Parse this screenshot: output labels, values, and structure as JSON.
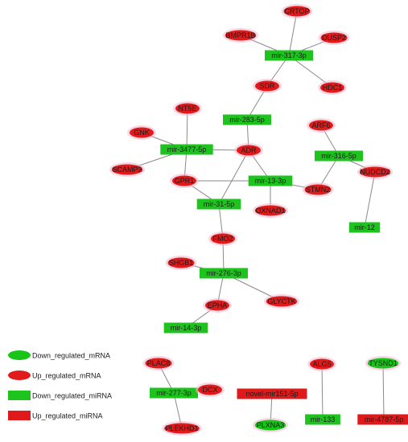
{
  "colors": {
    "down_mrna": "#19c419",
    "up_mrna": "#e11b1b",
    "down_mirna": "#1ec31e",
    "up_mirna": "#e01a1a",
    "edge": "#8a8a8a",
    "halo": "#f3b6cd"
  },
  "legend": [
    {
      "label": "Down_regulated_mRNA",
      "shape": "ellipse",
      "color": "#19c419"
    },
    {
      "label": "Up_regulated_mRNA",
      "shape": "ellipse",
      "color": "#e11b1b"
    },
    {
      "label": "Down_regulated_miRNA",
      "shape": "rect",
      "color": "#1ec31e"
    },
    {
      "label": "Up_regulated_miRNA",
      "shape": "rect",
      "color": "#e01a1a"
    }
  ],
  "nodes": [
    {
      "id": "n_crtop",
      "label": "CRTOP",
      "kind": "up_mrna"
    },
    {
      "id": "n_bmpr1b",
      "label": "BMPR1B",
      "kind": "up_mrna"
    },
    {
      "id": "n_dusp2",
      "label": "DUSP2",
      "kind": "up_mrna"
    },
    {
      "id": "n_mir317",
      "label": "mir-317-3p",
      "kind": "down_mirna"
    },
    {
      "id": "n_sdr",
      "label": "SDR",
      "kind": "up_mrna"
    },
    {
      "id": "n_hdc1",
      "label": "HDC1",
      "kind": "up_mrna"
    },
    {
      "id": "n_mir283",
      "label": "mir-283-5p",
      "kind": "down_mirna"
    },
    {
      "id": "n_nt5e",
      "label": "NT5E",
      "kind": "up_mrna"
    },
    {
      "id": "n_gnk",
      "label": "GNK",
      "kind": "up_mrna"
    },
    {
      "id": "n_mir3477",
      "label": "mir-3477-5p",
      "kind": "down_mirna"
    },
    {
      "id": "n_adr",
      "label": "ADR",
      "kind": "up_mrna"
    },
    {
      "id": "n_arf6",
      "label": "ARF6",
      "kind": "up_mrna"
    },
    {
      "id": "n_mir316",
      "label": "mir-316-5p",
      "kind": "down_mirna"
    },
    {
      "id": "n_scamp3",
      "label": "SCAMP3",
      "kind": "up_mrna"
    },
    {
      "id": "n_gpr1",
      "label": "GPR1",
      "kind": "up_mrna"
    },
    {
      "id": "n_mir13",
      "label": "mir-13-3p",
      "kind": "down_mirna"
    },
    {
      "id": "n_sting2",
      "label": "STMN2",
      "kind": "up_mrna"
    },
    {
      "id": "n_nudcd2",
      "label": "NUDCD2",
      "kind": "up_mrna"
    },
    {
      "id": "n_mir31",
      "label": "mir-31-5p",
      "kind": "down_mirna"
    },
    {
      "id": "n_oxnad1",
      "label": "OXNAD1",
      "kind": "up_mrna"
    },
    {
      "id": "n_mir12",
      "label": "mir-12",
      "kind": "down_mirna"
    },
    {
      "id": "n_fmo2",
      "label": "FMO2",
      "kind": "up_mrna"
    },
    {
      "id": "n_shgb1",
      "label": "SHGB1",
      "kind": "up_mrna"
    },
    {
      "id": "n_mir276",
      "label": "mir-276-3p",
      "kind": "down_mirna"
    },
    {
      "id": "n_epha",
      "label": "EPHA",
      "kind": "up_mrna"
    },
    {
      "id": "n_glyctk",
      "label": "GLYCTK",
      "kind": "up_mrna"
    },
    {
      "id": "n_mir14",
      "label": "mir-14-3p",
      "kind": "down_mirna"
    },
    {
      "id": "n_plac8",
      "label": "PLAC8",
      "kind": "up_mrna"
    },
    {
      "id": "n_mir277",
      "label": "mir-277-3p",
      "kind": "down_mirna"
    },
    {
      "id": "n_dcx",
      "label": "DCX",
      "kind": "up_mrna"
    },
    {
      "id": "n_plekhd1",
      "label": "PLEKHD1",
      "kind": "up_mrna"
    },
    {
      "id": "n_novel",
      "label": "novel-mir151-5p",
      "kind": "up_mirna"
    },
    {
      "id": "n_plxna3",
      "label": "PLXNA3",
      "kind": "down_mrna"
    },
    {
      "id": "n_alg5",
      "label": "ALG5",
      "kind": "up_mrna"
    },
    {
      "id": "n_mir133",
      "label": "mir-133",
      "kind": "down_mirna"
    },
    {
      "id": "n_tysnd1",
      "label": "TYSND1",
      "kind": "down_mrna"
    },
    {
      "id": "n_mir4787",
      "label": "mir-4787-5p",
      "kind": "up_mirna"
    }
  ],
  "edges": [
    [
      "n_mir317",
      "n_crtop"
    ],
    [
      "n_mir317",
      "n_bmpr1b"
    ],
    [
      "n_mir317",
      "n_dusp2"
    ],
    [
      "n_mir317",
      "n_sdr"
    ],
    [
      "n_mir317",
      "n_hdc1"
    ],
    [
      "n_sdr",
      "n_mir283"
    ],
    [
      "n_mir283",
      "n_adr"
    ],
    [
      "n_mir3477",
      "n_nt5e"
    ],
    [
      "n_mir3477",
      "n_gnk"
    ],
    [
      "n_mir3477",
      "n_adr"
    ],
    [
      "n_mir3477",
      "n_scamp3"
    ],
    [
      "n_mir3477",
      "n_gpr1"
    ],
    [
      "n_adr",
      "n_mir13"
    ],
    [
      "n_adr",
      "n_mir31"
    ],
    [
      "n_gpr1",
      "n_mir13"
    ],
    [
      "n_gpr1",
      "n_mir31"
    ],
    [
      "n_mir13",
      "n_oxnad1"
    ],
    [
      "n_mir13",
      "n_sting2"
    ],
    [
      "n_sting2",
      "n_mir316"
    ],
    [
      "n_mir316",
      "n_arf6"
    ],
    [
      "n_mir316",
      "n_nudcd2"
    ],
    [
      "n_nudcd2",
      "n_mir12"
    ],
    [
      "n_mir31",
      "n_fmo2"
    ],
    [
      "n_fmo2",
      "n_mir276"
    ],
    [
      "n_mir276",
      "n_shgb1"
    ],
    [
      "n_mir276",
      "n_epha"
    ],
    [
      "n_mir276",
      "n_glyctk"
    ],
    [
      "n_epha",
      "n_mir14"
    ],
    [
      "n_mir277",
      "n_plac8"
    ],
    [
      "n_mir277",
      "n_dcx"
    ],
    [
      "n_mir277",
      "n_plekhd1"
    ],
    [
      "n_novel",
      "n_plxna3"
    ],
    [
      "n_alg5",
      "n_mir133"
    ],
    [
      "n_tysnd1",
      "n_mir4787"
    ]
  ]
}
